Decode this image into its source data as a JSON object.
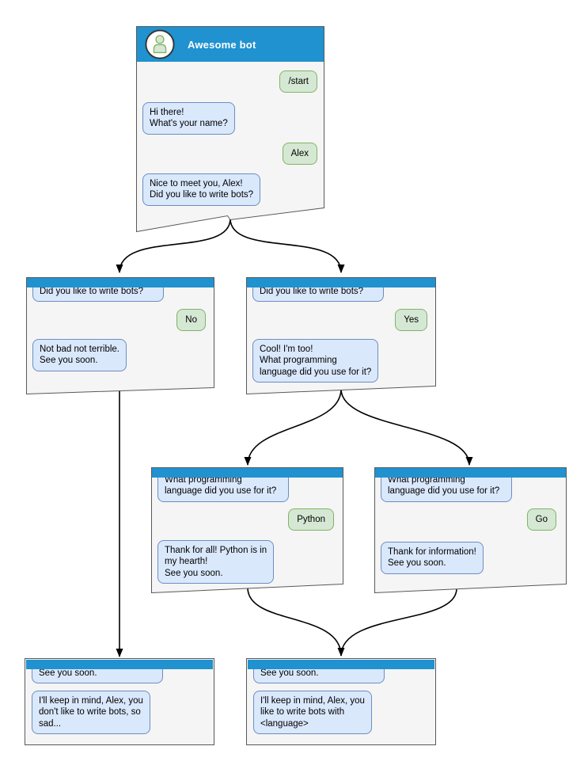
{
  "colors": {
    "header_blue": "#2092d0",
    "window_bg": "#f5f5f5",
    "window_border": "#595959",
    "bot_bubble_fill": "#dae8fc",
    "bot_bubble_border": "#6c8ebf",
    "user_bubble_fill": "#d5e8d4",
    "user_bubble_border": "#82b366",
    "arrow": "#000000"
  },
  "nodes": {
    "main": {
      "title": "Awesome bot",
      "avatar_icon": "person-icon",
      "messages": [
        {
          "from": "user",
          "text": "/start"
        },
        {
          "from": "bot",
          "text": "Hi there!\nWhat's your name?"
        },
        {
          "from": "user",
          "text": "Alex"
        },
        {
          "from": "bot",
          "text": "Nice to meet you, Alex!\nDid you like to write bots?"
        }
      ]
    },
    "branch_no": {
      "messages": [
        {
          "from": "bot",
          "text": "Did you like to write bots?"
        },
        {
          "from": "user",
          "text": "No"
        },
        {
          "from": "bot",
          "text": "Not bad not terrible.\nSee you soon."
        }
      ]
    },
    "branch_yes": {
      "messages": [
        {
          "from": "bot",
          "text": "Did you like to write bots?"
        },
        {
          "from": "user",
          "text": "Yes"
        },
        {
          "from": "bot",
          "text": "Cool! I'm too!\nWhat programming\nlanguage did you use for it?"
        }
      ]
    },
    "lang_python": {
      "messages": [
        {
          "from": "bot",
          "text": "What programming\nlanguage did you use for it?"
        },
        {
          "from": "user",
          "text": "Python"
        },
        {
          "from": "bot",
          "text": "Thank for all! Python is in\nmy hearth!\nSee you soon."
        }
      ]
    },
    "lang_go": {
      "messages": [
        {
          "from": "bot",
          "text": "What programming\nlanguage did you use for it?"
        },
        {
          "from": "user",
          "text": "Go"
        },
        {
          "from": "bot",
          "text": "Thank for information!\nSee you soon."
        }
      ]
    },
    "end_negative": {
      "messages": [
        {
          "from": "bot",
          "text": "See you soon."
        },
        {
          "from": "bot",
          "text": "I'll keep in mind, Alex, you\ndon't like to write bots, so\nsad..."
        }
      ]
    },
    "end_positive": {
      "messages": [
        {
          "from": "bot",
          "text": "See you soon."
        },
        {
          "from": "bot",
          "text": "I'll keep in mind, Alex, you\nlike to write bots with\n<language>"
        }
      ]
    }
  },
  "edges": [
    {
      "from": "main",
      "to": "branch_no"
    },
    {
      "from": "main",
      "to": "branch_yes"
    },
    {
      "from": "branch_no",
      "to": "end_negative"
    },
    {
      "from": "branch_yes",
      "to": "lang_python"
    },
    {
      "from": "branch_yes",
      "to": "lang_go"
    },
    {
      "from": "lang_python",
      "to": "end_positive"
    },
    {
      "from": "lang_go",
      "to": "end_positive"
    }
  ]
}
